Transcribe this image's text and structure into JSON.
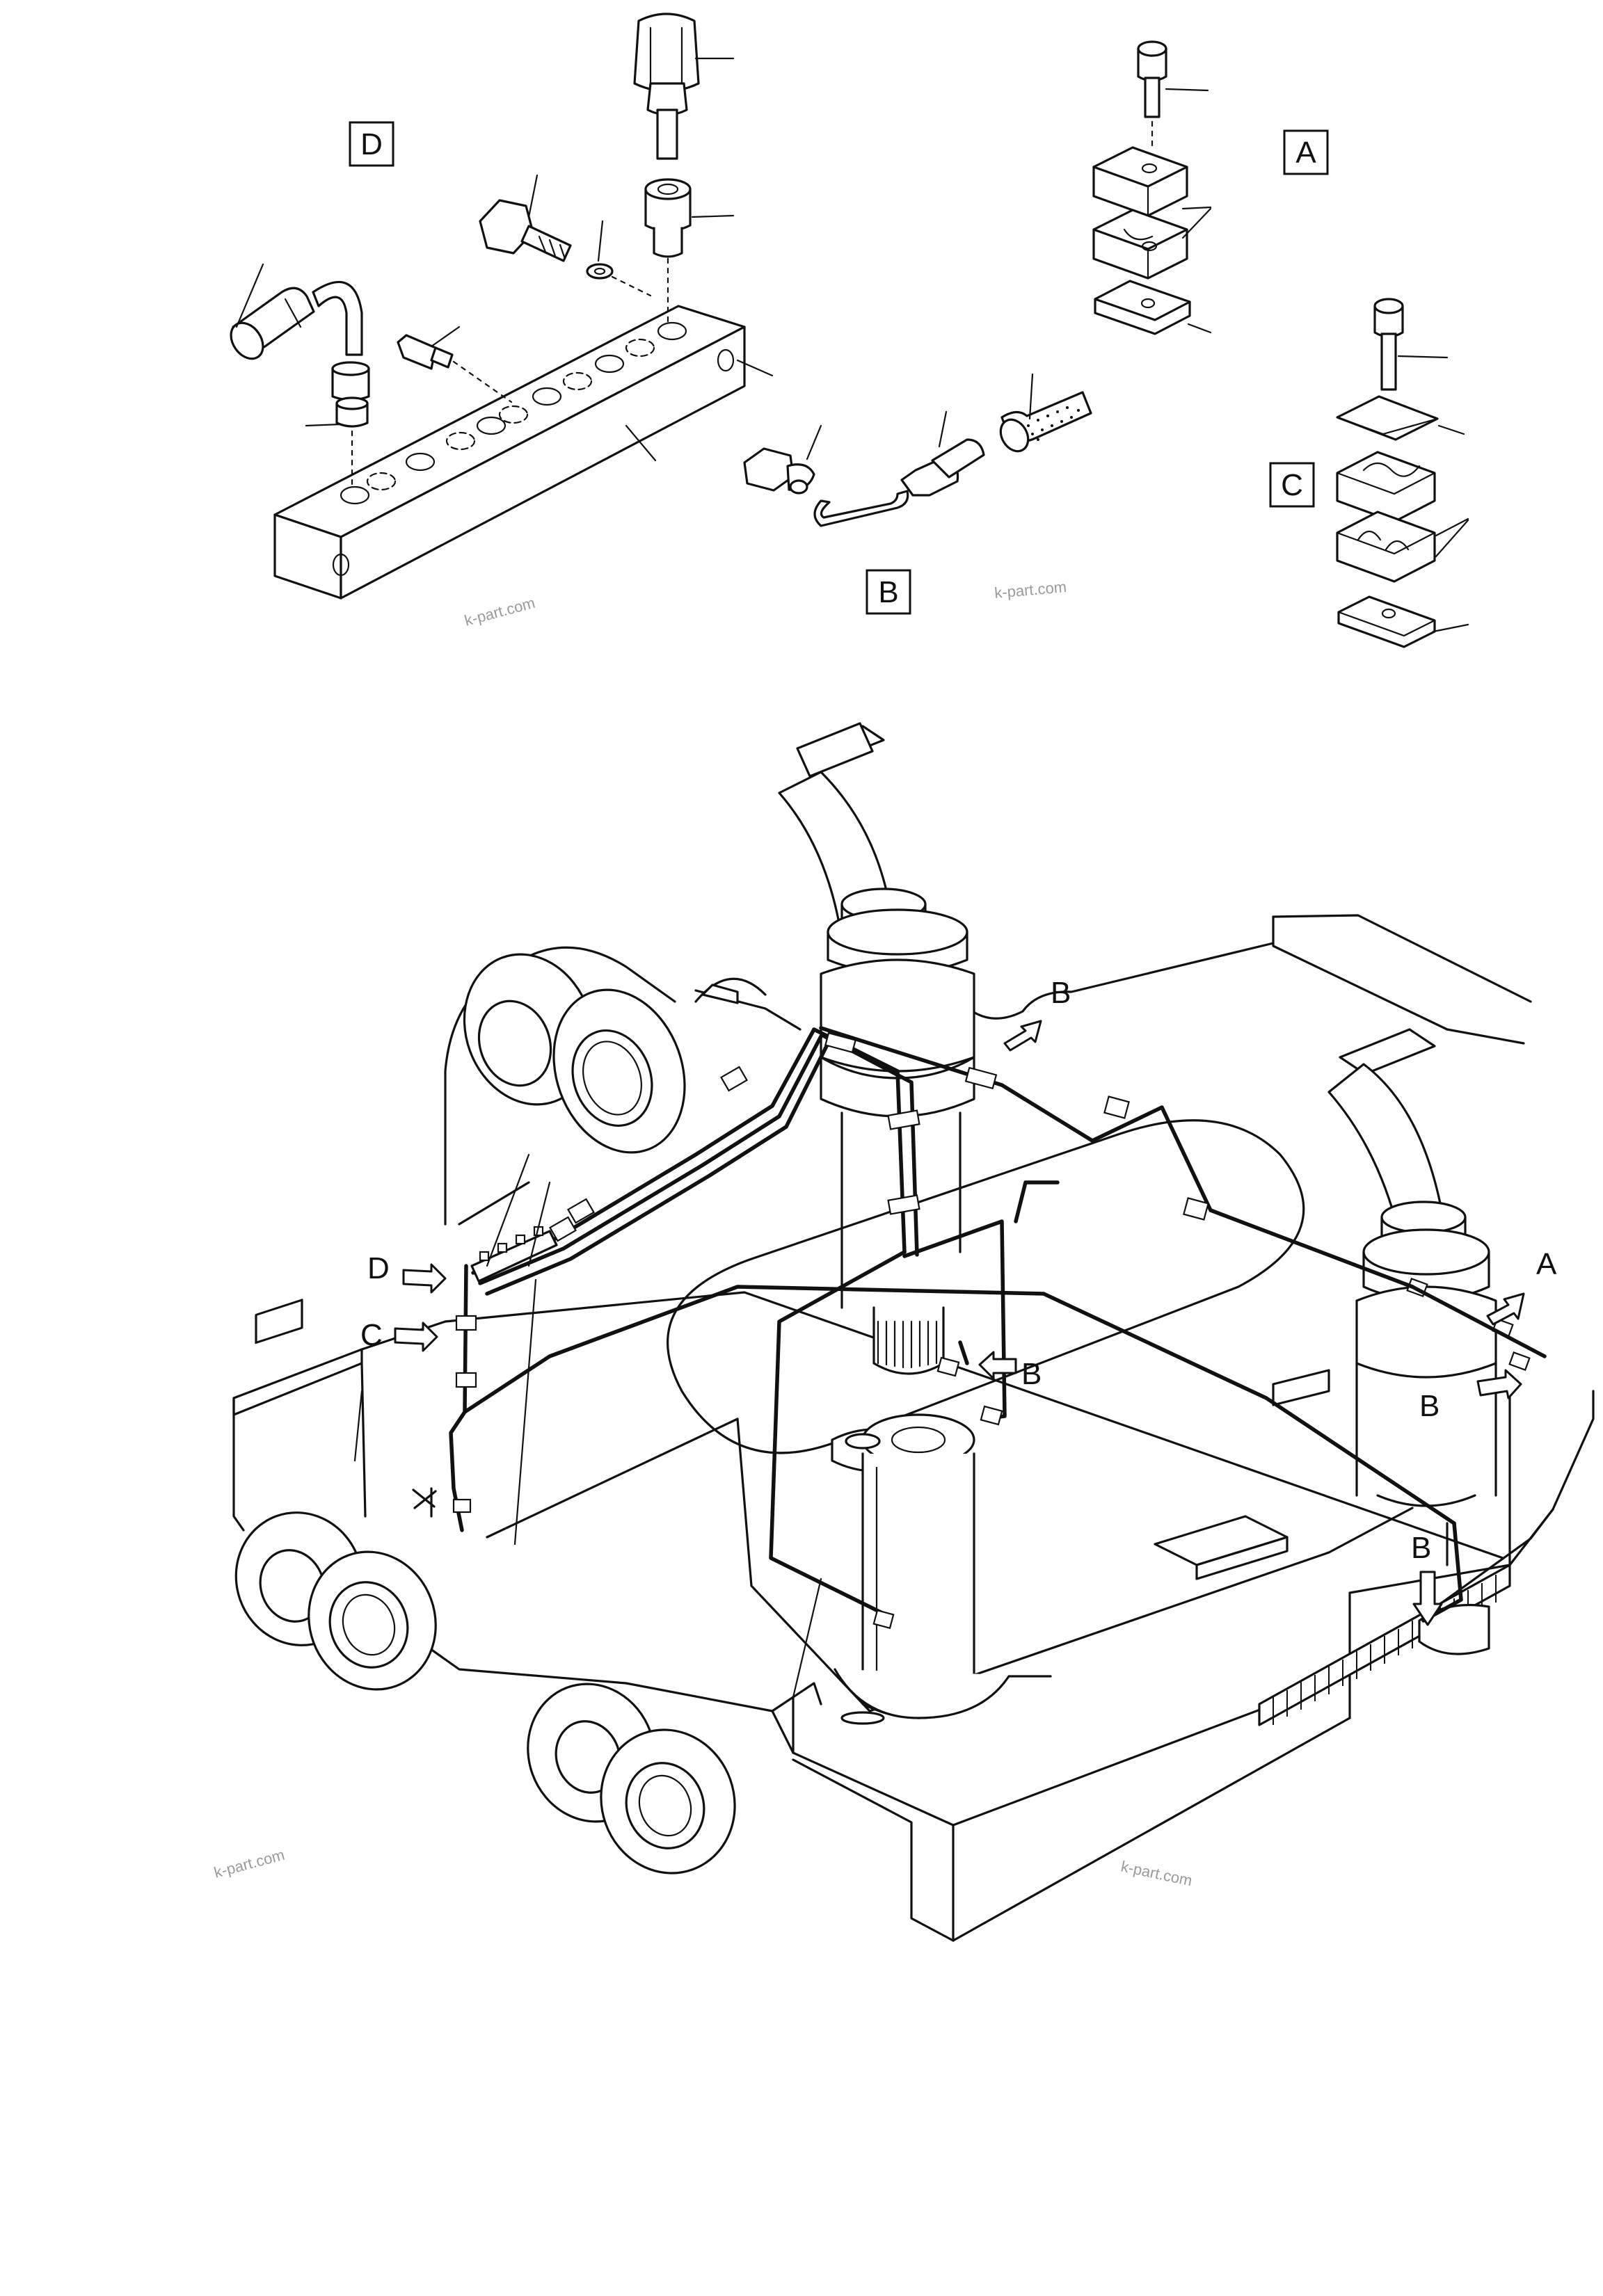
{
  "detail_labels": {
    "A": "A",
    "B": "B",
    "C": "C",
    "D": "D"
  },
  "callouts": {
    "A": "A",
    "B": "B",
    "C": "C",
    "D": "D"
  },
  "watermark": "k-part.com",
  "icons": [
    "arrow-icon"
  ]
}
